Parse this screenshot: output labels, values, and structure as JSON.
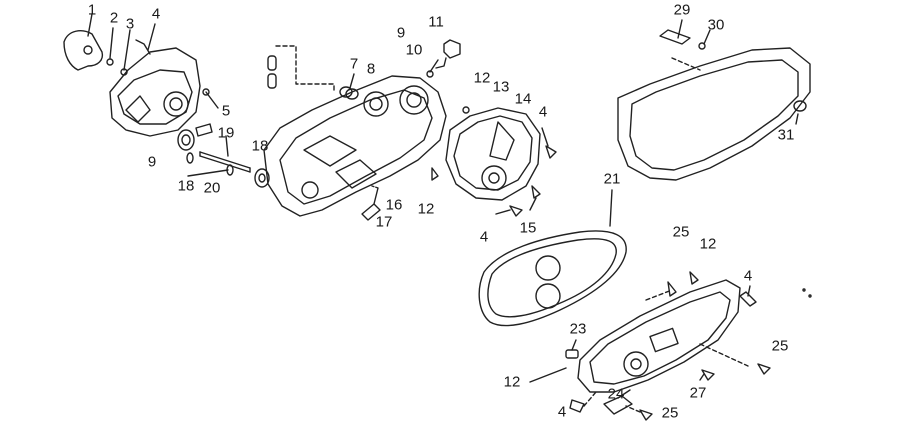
{
  "diagram": {
    "callouts": [
      {
        "label": "1"
      },
      {
        "label": "2"
      },
      {
        "label": "3"
      },
      {
        "label": "4"
      },
      {
        "label": "5"
      },
      {
        "label": "9"
      },
      {
        "label": "18"
      },
      {
        "label": "20"
      },
      {
        "label": "19"
      },
      {
        "label": "9"
      },
      {
        "label": "11"
      },
      {
        "label": "10"
      },
      {
        "label": "7"
      },
      {
        "label": "8"
      },
      {
        "label": "18"
      },
      {
        "label": "16"
      },
      {
        "label": "17"
      },
      {
        "label": "12"
      },
      {
        "label": "13"
      },
      {
        "label": "14"
      },
      {
        "label": "4"
      },
      {
        "label": "12"
      },
      {
        "label": "4"
      },
      {
        "label": "15"
      },
      {
        "label": "29"
      },
      {
        "label": "30"
      },
      {
        "label": "31"
      },
      {
        "label": "21"
      },
      {
        "label": "25"
      },
      {
        "label": "12"
      },
      {
        "label": "4"
      },
      {
        "label": "25"
      },
      {
        "label": "23"
      },
      {
        "label": "12"
      },
      {
        "label": "24"
      },
      {
        "label": "27"
      },
      {
        "label": "4"
      },
      {
        "label": "25"
      }
    ]
  }
}
